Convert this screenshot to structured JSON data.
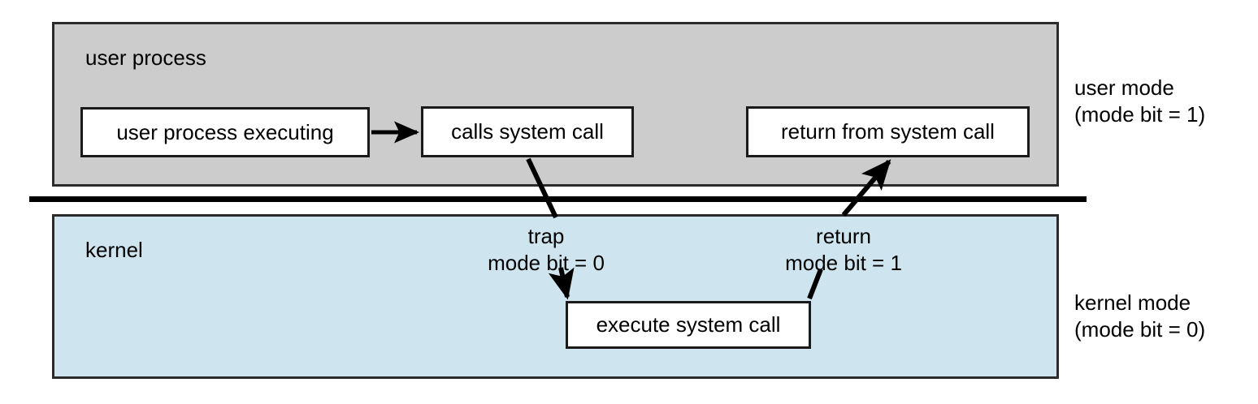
{
  "diagram": {
    "title": "transition from user to kernel mode",
    "colors": {
      "user_band": "#cccccc",
      "kernel_band": "#cee5ef",
      "box_fill": "#ffffff",
      "stroke": "#1a1a1a",
      "separator": "#000000",
      "background": "#ffffff"
    }
  },
  "bands": {
    "user": {
      "title": "user process"
    },
    "kernel": {
      "title": "kernel"
    }
  },
  "boxes": {
    "user_executing": "user process executing",
    "calls_system_call": "calls system call",
    "return_from_system_call": "return from system call",
    "execute_system_call": "execute system call"
  },
  "transitions": {
    "trap": {
      "line1": "trap",
      "line2": "mode bit = 0"
    },
    "return": {
      "line1": "return",
      "line2": "mode bit = 1"
    }
  },
  "legends": {
    "user_mode": {
      "line1": "user mode",
      "line2": "(mode bit = 1)"
    },
    "kernel_mode": {
      "line1": "kernel mode",
      "line2": "(mode bit = 0)"
    }
  }
}
